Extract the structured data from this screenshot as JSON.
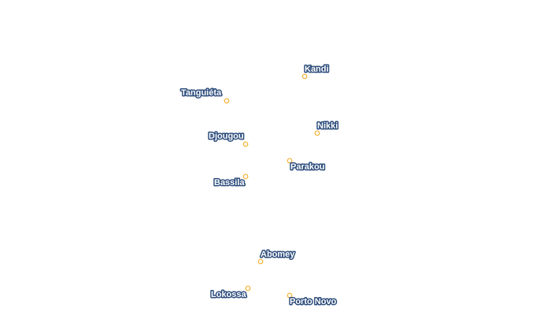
{
  "map": {
    "colors": {
      "marker": "#f5b335",
      "label_text": "#ffffff",
      "label_halo": "#2d4d7c"
    },
    "cities": [
      {
        "name": "Kandi"
      },
      {
        "name": "Tanguiéta"
      },
      {
        "name": "Nikki"
      },
      {
        "name": "Djougou"
      },
      {
        "name": "Parakou"
      },
      {
        "name": "Bassila"
      },
      {
        "name": "Abomey"
      },
      {
        "name": "Lokossa"
      },
      {
        "name": "Porto Novo"
      }
    ]
  }
}
